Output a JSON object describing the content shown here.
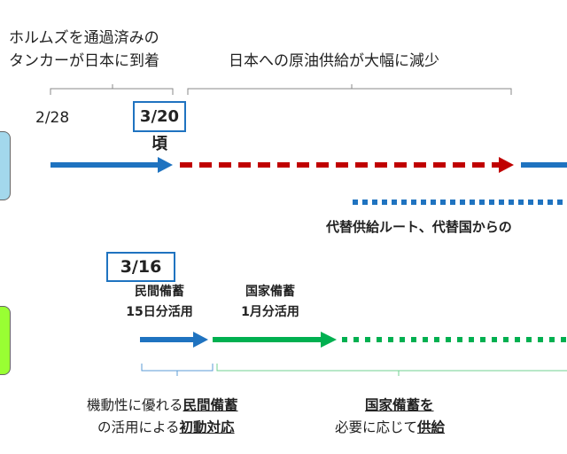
{
  "top": {
    "left_line1": "ホルムズを通過済みの",
    "left_line2": "タンカーが日本に到着",
    "right": "日本への原油供給が大幅に減少"
  },
  "dates": {
    "start": "2/28",
    "arrival": "3/20頃",
    "release": "3/16"
  },
  "alt_supply": "代替供給ルート、代替国からの",
  "private": {
    "line1": "民間備蓄",
    "line2": "15日分活用"
  },
  "national": {
    "line1": "国家備蓄",
    "line2": "1月分活用"
  },
  "bottom_left": {
    "a": "機動性に優れる",
    "b": "民間備蓄",
    "c": "の活用による",
    "d": "初動対応"
  },
  "bottom_right": {
    "a": "国家備蓄を",
    "b": "必要に応じて",
    "c": "供給"
  },
  "colors": {
    "blue": "#1f73c0",
    "red": "#c00000",
    "green": "#00b050",
    "side_top": "#a3d8ec",
    "side_bottom": "#99ff33"
  }
}
